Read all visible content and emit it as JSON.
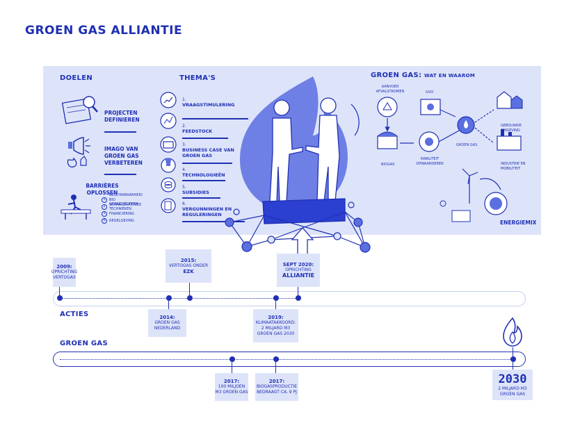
{
  "title": "GROEN GAS ALLIANTIE",
  "panel": {
    "doelen": {
      "header": "DOELEN",
      "items": [
        "PROJECTEN DEFINIEREN",
        "IMAGO VAN GROEN GAS VERBETEREN",
        "BARRIÈRES OPLOSSEN"
      ],
      "sub_items": [
        {
          "num": "1",
          "text": "BESCHIKBAARHEID BIO GRONDSTOFFEN"
        },
        {
          "num": "2",
          "text": "SCHAALBAARHEID TECHNIEKEN"
        },
        {
          "num": "3",
          "text": "FINANCIERING"
        },
        {
          "num": "4",
          "text": "REGELGEVING"
        }
      ]
    },
    "themas": {
      "header": "THEMA'S",
      "items": [
        {
          "num": "1.",
          "text": "VRAAGSTIMULERING"
        },
        {
          "num": "2.",
          "text": "FEEDSTOCK"
        },
        {
          "num": "3.",
          "text": "BUSINESS CASE VAN GROEN GAS"
        },
        {
          "num": "4.",
          "text": "TECHNOLOGIEËN"
        },
        {
          "num": "5.",
          "text": "SUBSIDIES"
        },
        {
          "num": "6.",
          "text": "VERGUNNINGEN EN REGULERINGEN"
        }
      ]
    },
    "groen_gas": {
      "header_bold": "GROEN GAS:",
      "header_rest": "WAT EN WAAROM",
      "labels": {
        "afvalstroom": "AANVOER AFVALSTROMEN",
        "gvo": "GVO",
        "biogas": "BIOGAS",
        "opwaarderen": "KWALITEIT OPWAARDEREN",
        "groen_gas": "GROEN GAS",
        "gebouwde": "GEBOUWDE OMGEVING",
        "industrie": "INDUSTRIE EN MOBILITEIT",
        "energiemix": "ENERGIEMIX"
      }
    }
  },
  "timeline_acties": {
    "label": "ACTIES",
    "events_above": [
      {
        "line1": "2009:",
        "line2": "OPRICHTING VERTOGAS"
      },
      {
        "line1": "2015:",
        "line2": "VERTOGAS ONDER",
        "line3": "EZK"
      },
      {
        "line1": "SEPT 2020:",
        "line2": "OPRICHTING",
        "line3": "ALLIANTIE"
      }
    ],
    "events_below": [
      {
        "line1": "2014:",
        "line2": "GROEN GAS NEDERLAND"
      },
      {
        "line1": "2019:",
        "line2": "KLIMAATAKKOORD:",
        "line3": "2 MILJARD M3 GROEN GAS 2030"
      }
    ]
  },
  "timeline_groen_gas": {
    "label": "GROEN GAS",
    "events_below": [
      {
        "line1": "2017:",
        "line2": "100 MILJOEN M3 GROEN GAS"
      },
      {
        "line1": "2017:",
        "line2": "BIOGASPRODUCTIE BEDRAAGT CA. 9 PJ"
      }
    ],
    "target": {
      "year": "2030",
      "text": "2 MILJARD M3 GROEN GAS"
    }
  },
  "colors": {
    "primary": "#1f2fb3",
    "panel": "#dde4fa",
    "accent": "#5a6fe0"
  }
}
